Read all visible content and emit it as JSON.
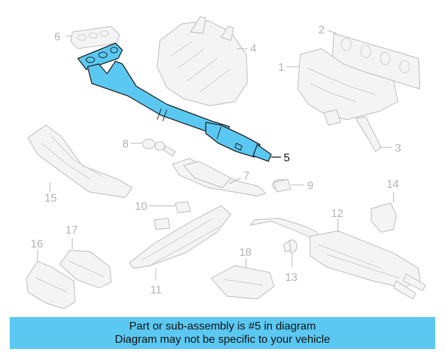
{
  "colors": {
    "highlight": "#5bc8f2",
    "banner": "#5bc8f2",
    "muted": "#b3b3b3",
    "ink": "#111111"
  },
  "callouts": {
    "c1": "1",
    "c2": "2",
    "c3": "3",
    "c4": "4",
    "c5": "5",
    "c6": "6",
    "c7": "7",
    "c8": "8",
    "c9": "9",
    "c10": "10",
    "c11": "11",
    "c12": "12",
    "c13": "13",
    "c14": "14",
    "c15": "15",
    "c16": "16",
    "c17": "17",
    "c18": "18"
  },
  "highlighted_callout": "5",
  "banner": {
    "line1": "Part or sub-assembly is #5 in diagram",
    "line2": "Diagram may not be specific to your vehicle"
  }
}
